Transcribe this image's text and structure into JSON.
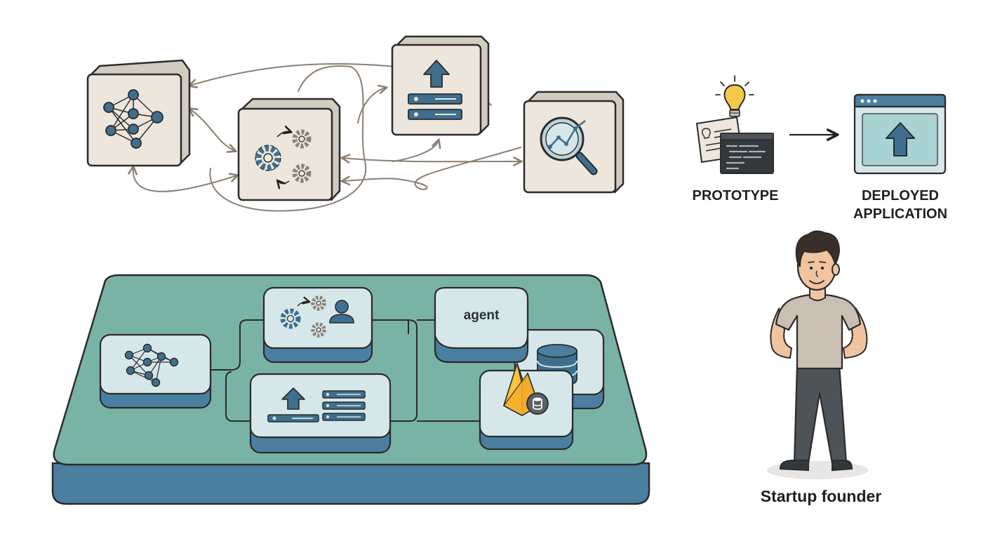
{
  "labels": {
    "prototype": "PROTOTYPE",
    "deployed_line1": "DEPLOYED",
    "deployed_line2": "APPLICATION",
    "founder": "Startup founder",
    "agent": "agent"
  },
  "icons": {
    "top_cubes": [
      "neural-network-icon",
      "gears-icon",
      "upload-server-icon",
      "analytics-magnifier-icon"
    ],
    "platform_tiles": [
      "neural-network-icon",
      "gears-user-icon",
      "upload-server-icon",
      "agent-label",
      "database-icon",
      "firebase-icon"
    ],
    "transition": [
      "lightbulb-icon",
      "code-window-icon",
      "arrow-right-icon",
      "browser-upload-icon"
    ]
  },
  "colors": {
    "cube_face": "#ece6dc",
    "cube_side": "#d2cbbf",
    "outline": "#2b2b2b",
    "icon_blue": "#3e6f8f",
    "gear_grey": "#8c8273",
    "platform_top": "#79b3a6",
    "platform_side": "#4a7fa0",
    "tile_face": "#d6e7ea",
    "arrow_line": "#8a7f72",
    "bulb_yellow": "#f6c94a",
    "firebase_orange": "#f39a1d",
    "firebase_yellow": "#f8c43a",
    "shirt": "#c9bfb2",
    "pants": "#4e5358",
    "hair": "#3a2f2a",
    "skin": "#f0c49f",
    "screen_teal": "#a8d3d2",
    "browser_bar": "#4a7fa0"
  }
}
